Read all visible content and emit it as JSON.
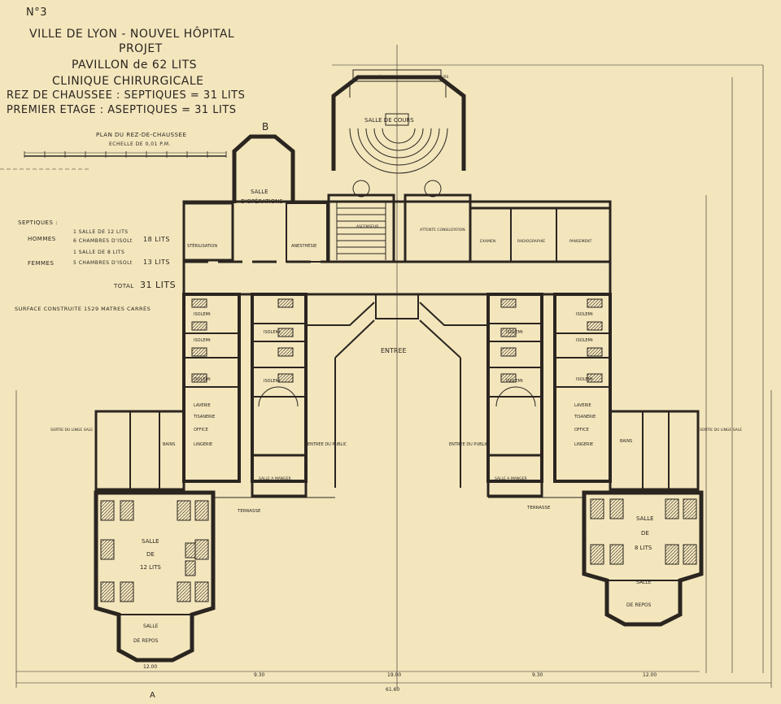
{
  "title_block": {
    "number": "N°3",
    "line1": "VILLE DE LYON - NOUVEL HÔPITAL",
    "line2": "PROJET",
    "line3": "PAVILLON de 62 LITS",
    "line4": "CLINIQUE  CHIRURGICALE",
    "line5": "REZ DE CHAUSSEE : SEPTIQUES = 31 LITS",
    "line6": "PREMIER ETAGE  : ASEPTIQUES = 31 LITS",
    "plan_caption": "PLAN DU REZ-DE-CHAUSSEE",
    "scale": "ECHELLE DE 0,01 P.M."
  },
  "legend": {
    "header": "SEPTIQUES :",
    "hommes": "HOMMES",
    "hommes_row1": "1 SALLE DE 12 LITS",
    "hommes_row2": "6 CHAMBRES D'ISOLt",
    "hommes_total": "18 LITS",
    "femmes": "FEMMES",
    "femmes_row1": "1 SALLE DE 8 LITS",
    "femmes_row2": "5 CHAMBRES D'ISOLt",
    "femmes_total": "13 LITS",
    "total_label": "TOTAL",
    "total_value": "31 LITS",
    "surface": "SURFACE CONSTRUITE  1529 MATRES CARRÉS"
  },
  "rooms": {
    "salle_de_cours": "SALLE DE COURS",
    "lavabos": "LAVABOS DÉPENDANCES DE LA SALLE DE COURS",
    "salle_operations_1": "SALLE",
    "salle_operations_2": "D'OPÉRATIONS",
    "sterilisation": "STÉRILISATION",
    "anesthesie": "ANESTHÉSIE",
    "ascenseur": "ASCENSEUR",
    "attente": "ATTENTE CONSULTATION",
    "examen": "EXAMEN",
    "radiographie": "RADIOGRAPHIE",
    "pansement": "PANSEMENT",
    "entree": "ENTREE",
    "entree_public_left": "ENTREE DU PUBLIC",
    "entree_public_right": "ENTREE DU PUBLIC",
    "isolement": "ISOLEMt",
    "laverie": "LAVERIE",
    "tisanerie": "TISANERIE",
    "office": "OFFICE",
    "lingerie": "LINGERIE",
    "bains": "BAINS",
    "manger": "SALLE A MANGER",
    "terrasse": "TERRASSE",
    "salle_12_1": "SALLE",
    "salle_12_2": "DE",
    "salle_12_3": "12 LITS",
    "salle_8_1": "SALLE",
    "salle_8_2": "DE",
    "salle_8_3": "8 LITS",
    "repos_1": "SALLE",
    "repos_2": "DE REPOS",
    "sortie_linge": "SORTIE DU LINGE SALE"
  },
  "dimensions": {
    "overall": "61.60",
    "seg1": "12.00",
    "seg2": "9.30",
    "seg3": "19.00",
    "seg4": "9.30",
    "seg5": "12.00"
  },
  "section_marks": {
    "a": "A",
    "b": "B"
  },
  "colors": {
    "paper": "#f3e6bd",
    "ink": "#2b2520"
  }
}
